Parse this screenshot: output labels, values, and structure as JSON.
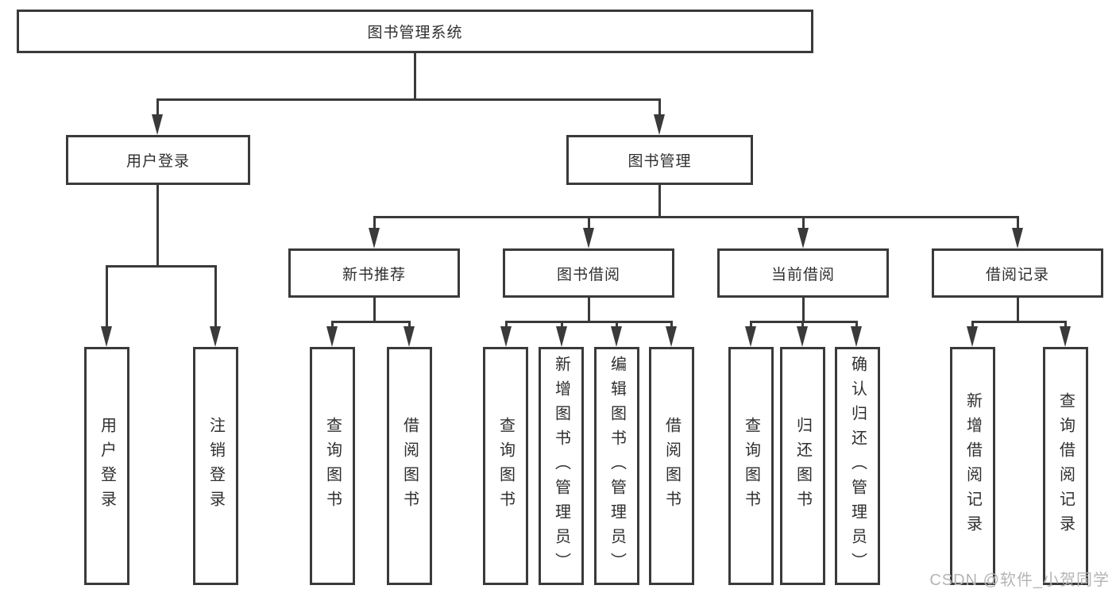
{
  "colors": {
    "line": "#3a3a3a",
    "box_background": "#ffffff",
    "text": "#2f2f2f",
    "watermark": "#b5b5b5"
  },
  "watermark": "CSDN @软件_小贺同学",
  "tree": {
    "root": "图书管理系统",
    "children": [
      {
        "label": "用户登录",
        "children": [
          {
            "label": "用户登录"
          },
          {
            "label": "注销登录"
          }
        ]
      },
      {
        "label": "图书管理",
        "children": [
          {
            "label": "新书推荐",
            "children": [
              {
                "label": "查询图书"
              },
              {
                "label": "借阅图书"
              }
            ]
          },
          {
            "label": "图书借阅",
            "children": [
              {
                "label": "查询图书"
              },
              {
                "label": "新增图书（管理员）"
              },
              {
                "label": "编辑图书（管理员）"
              },
              {
                "label": "借阅图书"
              }
            ]
          },
          {
            "label": "当前借阅",
            "children": [
              {
                "label": "查询图书"
              },
              {
                "label": "归还图书"
              },
              {
                "label": "确认归还（管理员）"
              }
            ]
          },
          {
            "label": "借阅记录",
            "children": [
              {
                "label": "新增借阅记录"
              },
              {
                "label": "查询借阅记录"
              }
            ]
          }
        ]
      }
    ]
  }
}
